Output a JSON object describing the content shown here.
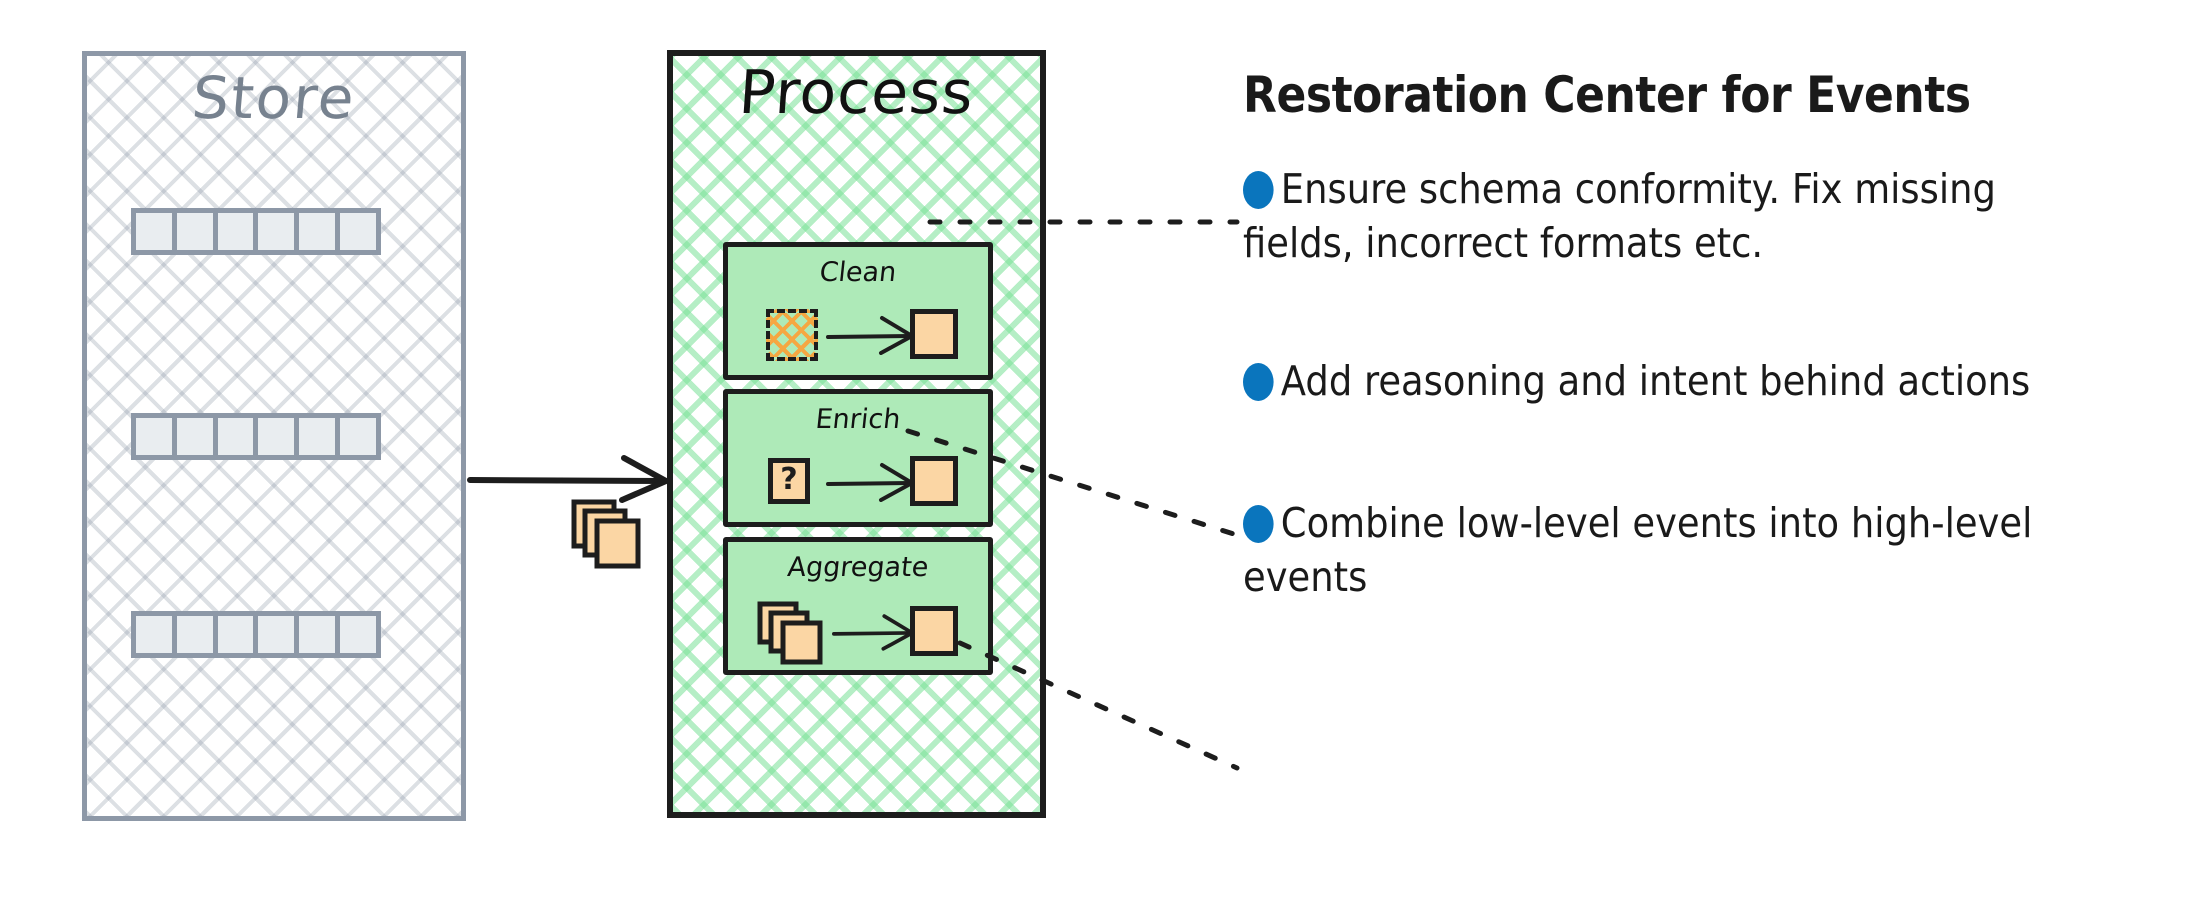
{
  "store": {
    "title": "Store",
    "rows": [
      {
        "cells": 6
      },
      {
        "cells": 6
      },
      {
        "cells": 6
      }
    ]
  },
  "flow": {
    "arrow_icon": "arrow-right-icon",
    "payload_icon": "event-card-stack-icon"
  },
  "process": {
    "title": "Process",
    "steps": [
      {
        "label": "Clean",
        "input_icon": "dirty-hatched-square-icon",
        "arrow_icon": "arrow-right-icon",
        "output_icon": "clean-square-icon"
      },
      {
        "label": "Enrich",
        "input_icon": "question-square-icon",
        "input_glyph": "?",
        "arrow_icon": "arrow-right-icon",
        "output_icon": "enriched-square-icon"
      },
      {
        "label": "Aggregate",
        "input_icon": "square-stack-icon",
        "arrow_icon": "arrow-right-icon",
        "output_icon": "aggregated-square-icon"
      }
    ]
  },
  "notes": {
    "title": "Restoration Center for Events",
    "bullet_color": "#0a75bd",
    "items": [
      {
        "text": "Ensure schema conformity. Fix missing fields, incorrect formats etc."
      },
      {
        "text": "Add reasoning and intent behind actions"
      },
      {
        "text": "Combine low-level events into high-level events"
      }
    ]
  },
  "colors": {
    "store_stroke": "#8d98a7",
    "store_fill": "#e9edf0",
    "process_stroke": "#1d1d1d",
    "process_green": "#aeeab8",
    "event_orange": "#fbd6a4",
    "dirty_orange": "#f5a742",
    "bullet_blue": "#0a75bd"
  }
}
